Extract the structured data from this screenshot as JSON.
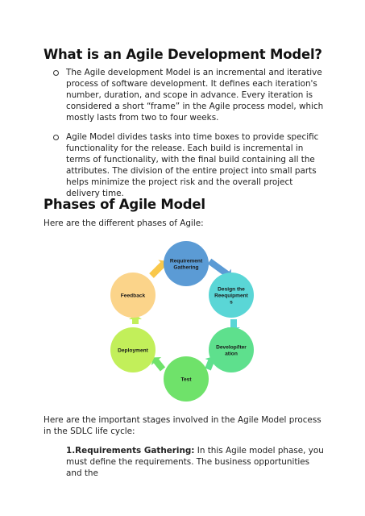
{
  "section1": {
    "heading": "What is an Agile Development Model?",
    "bullets": [
      "The Agile development Model is an incremental and iterative process of software development. It defines each iteration's number, duration, and scope in advance. Every iteration is considered a short “frame” in the Agile process model, which mostly lasts from two to four weeks.",
      "Agile Model divides tasks into time boxes to provide specific functionality for the release. Each build is incremental in terms of functionality, with the final build containing all the attributes. The division of the entire project into small parts helps minimize the project risk and the overall project delivery time."
    ]
  },
  "section2": {
    "heading": "Phases of Agile Model",
    "intro": "Here are the different phases of Agile:",
    "diagram": {
      "nodes": [
        {
          "label_lines": [
            "Requirement",
            "Gathering"
          ],
          "color": "#5b9bd5"
        },
        {
          "label_lines": [
            "Design the",
            "Reequipment",
            "s"
          ],
          "color": "#5ad6d6"
        },
        {
          "label_lines": [
            "Develop/Iter",
            "ation"
          ],
          "color": "#5ee08d"
        },
        {
          "label_lines": [
            "Test"
          ],
          "color": "#6fe26a"
        },
        {
          "label_lines": [
            "Deployment"
          ],
          "color": "#c2ef5a"
        },
        {
          "label_lines": [
            "Feedback"
          ],
          "color": "#fbd48a"
        }
      ],
      "arrow_colors": [
        "#5b9bd5",
        "#5ad6d6",
        "#5ee08d",
        "#6fe26a",
        "#c2ef5a",
        "#f9c84a"
      ]
    },
    "stages_intro": "Here are the important stages involved in the Agile Model process in the SDLC life cycle:",
    "step1_title": "1.Requirements Gathering:",
    "step1_text": " In this Agile model phase, you must define the requirements. The business opportunities and the"
  }
}
